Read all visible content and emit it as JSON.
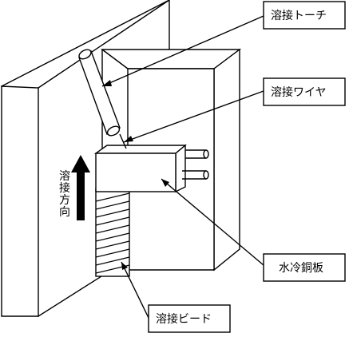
{
  "labels": {
    "torch": "溶接トーチ",
    "wire": "溶接ワイヤ",
    "cu_plate": "水冷銅板",
    "bead": "溶接ビード",
    "direction": "溶接方向"
  }
}
